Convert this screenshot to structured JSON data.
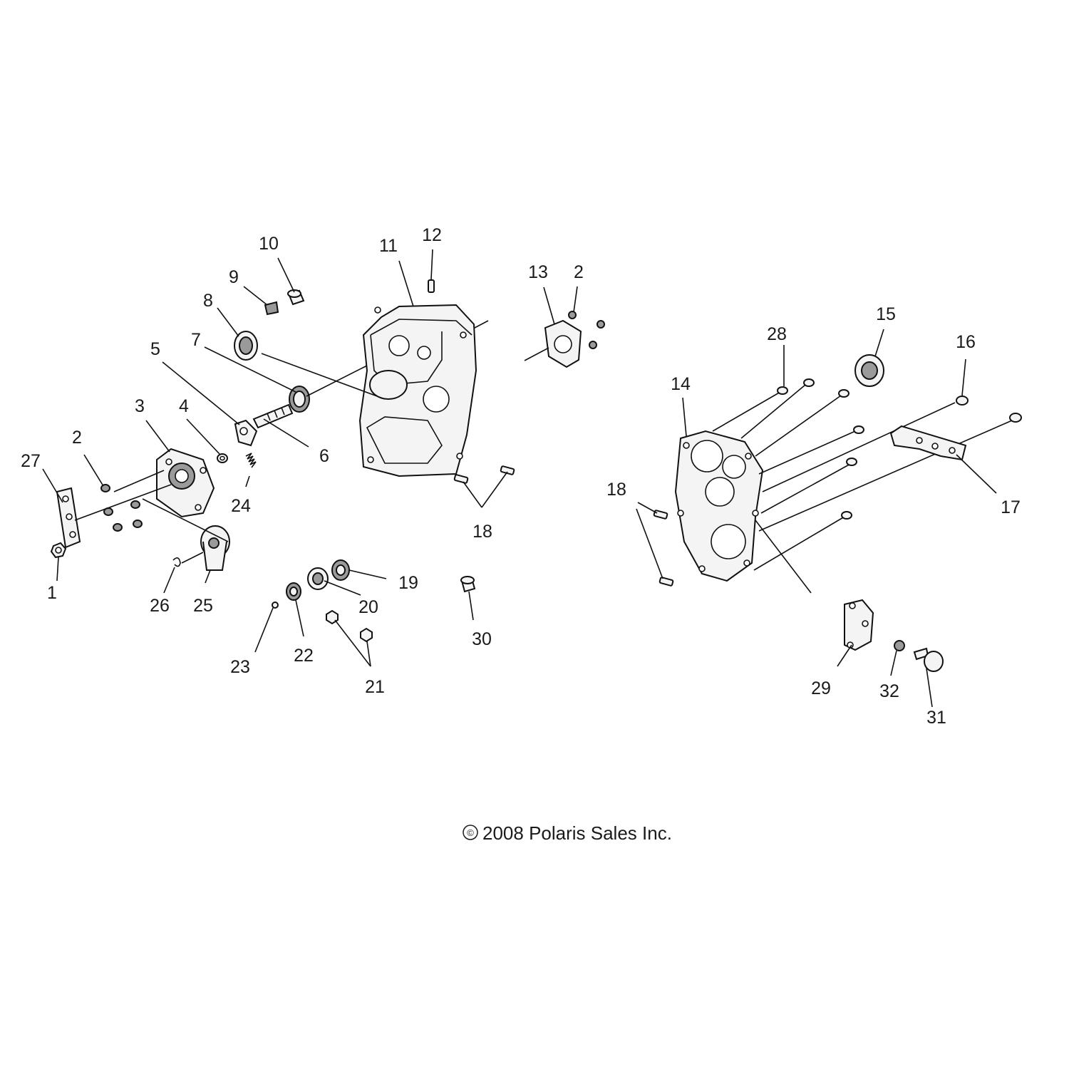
{
  "callouts": {
    "c1": "1",
    "c2a": "2",
    "c2b": "2",
    "c3": "3",
    "c4": "4",
    "c5": "5",
    "c6": "6",
    "c7": "7",
    "c8": "8",
    "c9": "9",
    "c10": "10",
    "c11": "11",
    "c12": "12",
    "c13": "13",
    "c14": "14",
    "c15": "15",
    "c16": "16",
    "c17": "17",
    "c18a": "18",
    "c18b": "18",
    "c19": "19",
    "c20": "20",
    "c21": "21",
    "c22": "22",
    "c23": "23",
    "c24": "24",
    "c25": "25",
    "c26": "26",
    "c27": "27",
    "c28": "28",
    "c29": "29",
    "c30": "30",
    "c31": "31",
    "c32": "32"
  },
  "copyright": "2008 Polaris Sales Inc.",
  "copyright_symbol": "©"
}
